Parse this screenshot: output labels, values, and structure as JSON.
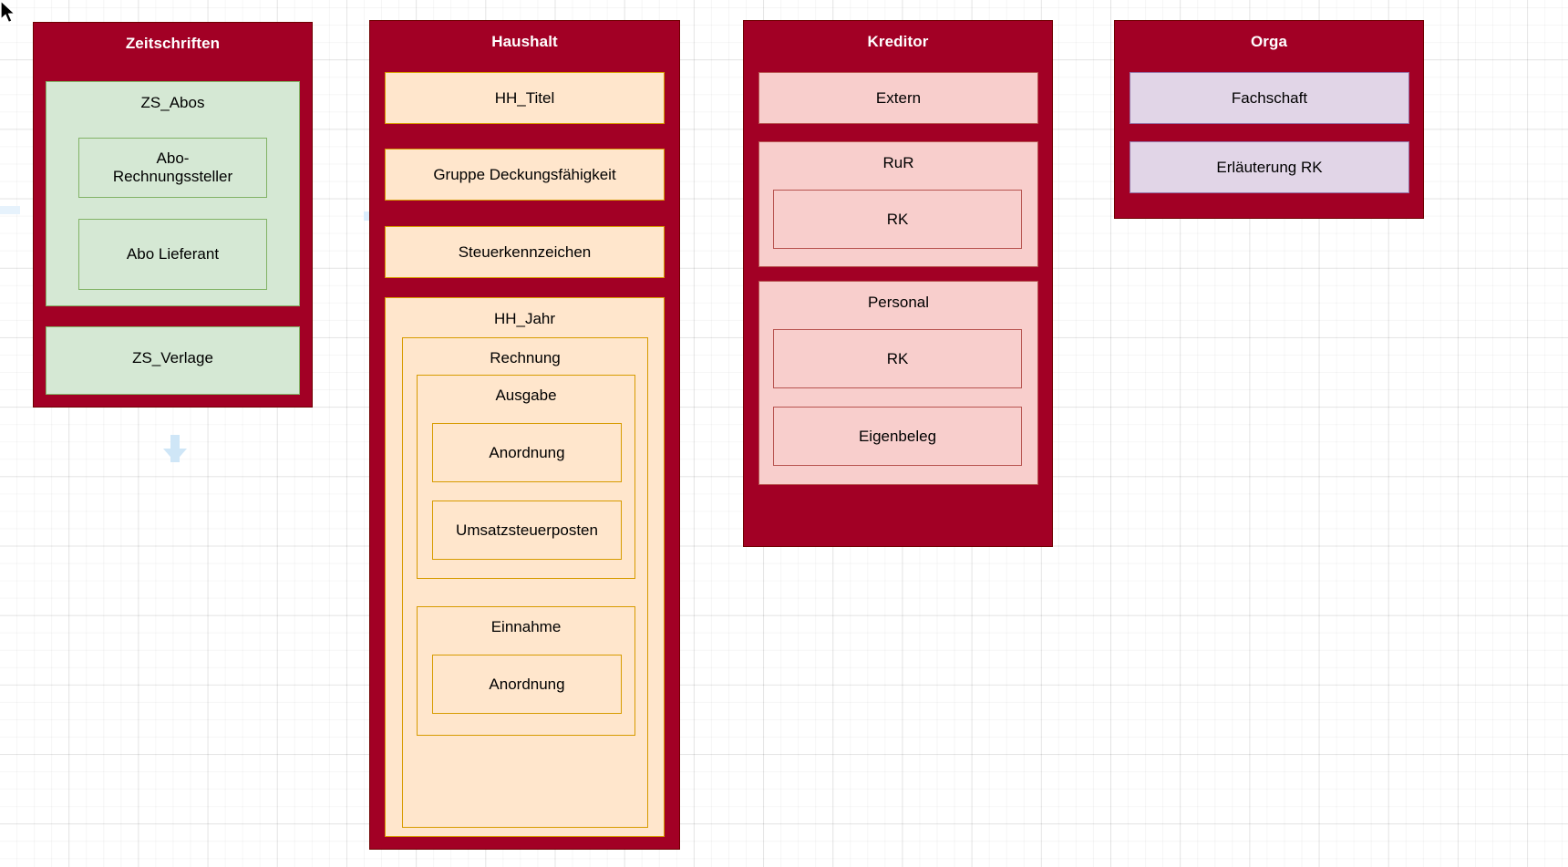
{
  "diagram": {
    "title_style": "swimlane-pool",
    "colors": {
      "lane_header_bg": "#a20025",
      "lane_border": "#6f0000",
      "green_fill": "#d5e8d4",
      "green_stroke": "#82b366",
      "orange_fill": "#ffe6cc",
      "orange_stroke": "#d79b00",
      "pink_fill": "#f8cecc",
      "pink_stroke": "#b85450",
      "purple_fill": "#e1d5e7",
      "purple_stroke": "#9673a6",
      "hint_blue": "#dbeefd",
      "canvas_bg": "#ffffff"
    }
  },
  "lanes": [
    {
      "id": "zeitschriften",
      "title": "Zeitschriften",
      "nodes": [
        {
          "id": "zs-abos",
          "label": "ZS_Abos",
          "palette": "green",
          "children": [
            {
              "id": "abo-rechnungssteller",
              "label": "Abo-\nRechnungssteller",
              "palette": "green"
            },
            {
              "id": "abo-lieferant",
              "label": "Abo Lieferant",
              "palette": "green"
            }
          ]
        },
        {
          "id": "zs-verlage",
          "label": "ZS_Verlage",
          "palette": "green",
          "children": []
        }
      ]
    },
    {
      "id": "haushalt",
      "title": "Haushalt",
      "nodes": [
        {
          "id": "hh-titel",
          "label": "HH_Titel",
          "palette": "orange",
          "children": []
        },
        {
          "id": "gruppe-deckungsfaehigkeit",
          "label": "Gruppe Deckungsfähigkeit",
          "palette": "orange",
          "children": []
        },
        {
          "id": "steuerkennzeichen",
          "label": "Steuerkennzeichen",
          "palette": "orange",
          "children": []
        },
        {
          "id": "hh-jahr",
          "label": "HH_Jahr",
          "palette": "orange",
          "children": [
            {
              "id": "rechnung",
              "label": "Rechnung",
              "palette": "orange",
              "children": [
                {
                  "id": "ausgabe",
                  "label": "Ausgabe",
                  "palette": "orange",
                  "children": [
                    {
                      "id": "ausgabe-anordnung",
                      "label": "Anordnung",
                      "palette": "orange"
                    },
                    {
                      "id": "umsatzsteuerposten",
                      "label": "Umsatzsteuerposten",
                      "palette": "orange"
                    }
                  ]
                },
                {
                  "id": "einnahme",
                  "label": "Einnahme",
                  "palette": "orange",
                  "children": [
                    {
                      "id": "einnahme-anordnung",
                      "label": "Anordnung",
                      "palette": "orange"
                    }
                  ]
                }
              ]
            }
          ]
        }
      ]
    },
    {
      "id": "kreditor",
      "title": "Kreditor",
      "nodes": [
        {
          "id": "extern",
          "label": "Extern",
          "palette": "pink",
          "children": []
        },
        {
          "id": "rur",
          "label": "RuR",
          "palette": "pink",
          "children": [
            {
              "id": "rur-rk",
              "label": "RK",
              "palette": "pink"
            }
          ]
        },
        {
          "id": "personal",
          "label": "Personal",
          "palette": "pink",
          "children": [
            {
              "id": "personal-rk",
              "label": "RK",
              "palette": "pink"
            },
            {
              "id": "eigenbeleg",
              "label": "Eigenbeleg",
              "palette": "pink"
            }
          ]
        }
      ]
    },
    {
      "id": "orga",
      "title": "Orga",
      "nodes": [
        {
          "id": "fachschaft",
          "label": "Fachschaft",
          "palette": "purple",
          "children": []
        },
        {
          "id": "erlaeuterung-rk",
          "label": "Erläuterung RK",
          "palette": "purple",
          "children": []
        }
      ]
    }
  ],
  "hints": {
    "left_stub": "connection-hint-left",
    "right_arrow": "connection-hint-right",
    "down_arrow": "connection-hint-down"
  }
}
